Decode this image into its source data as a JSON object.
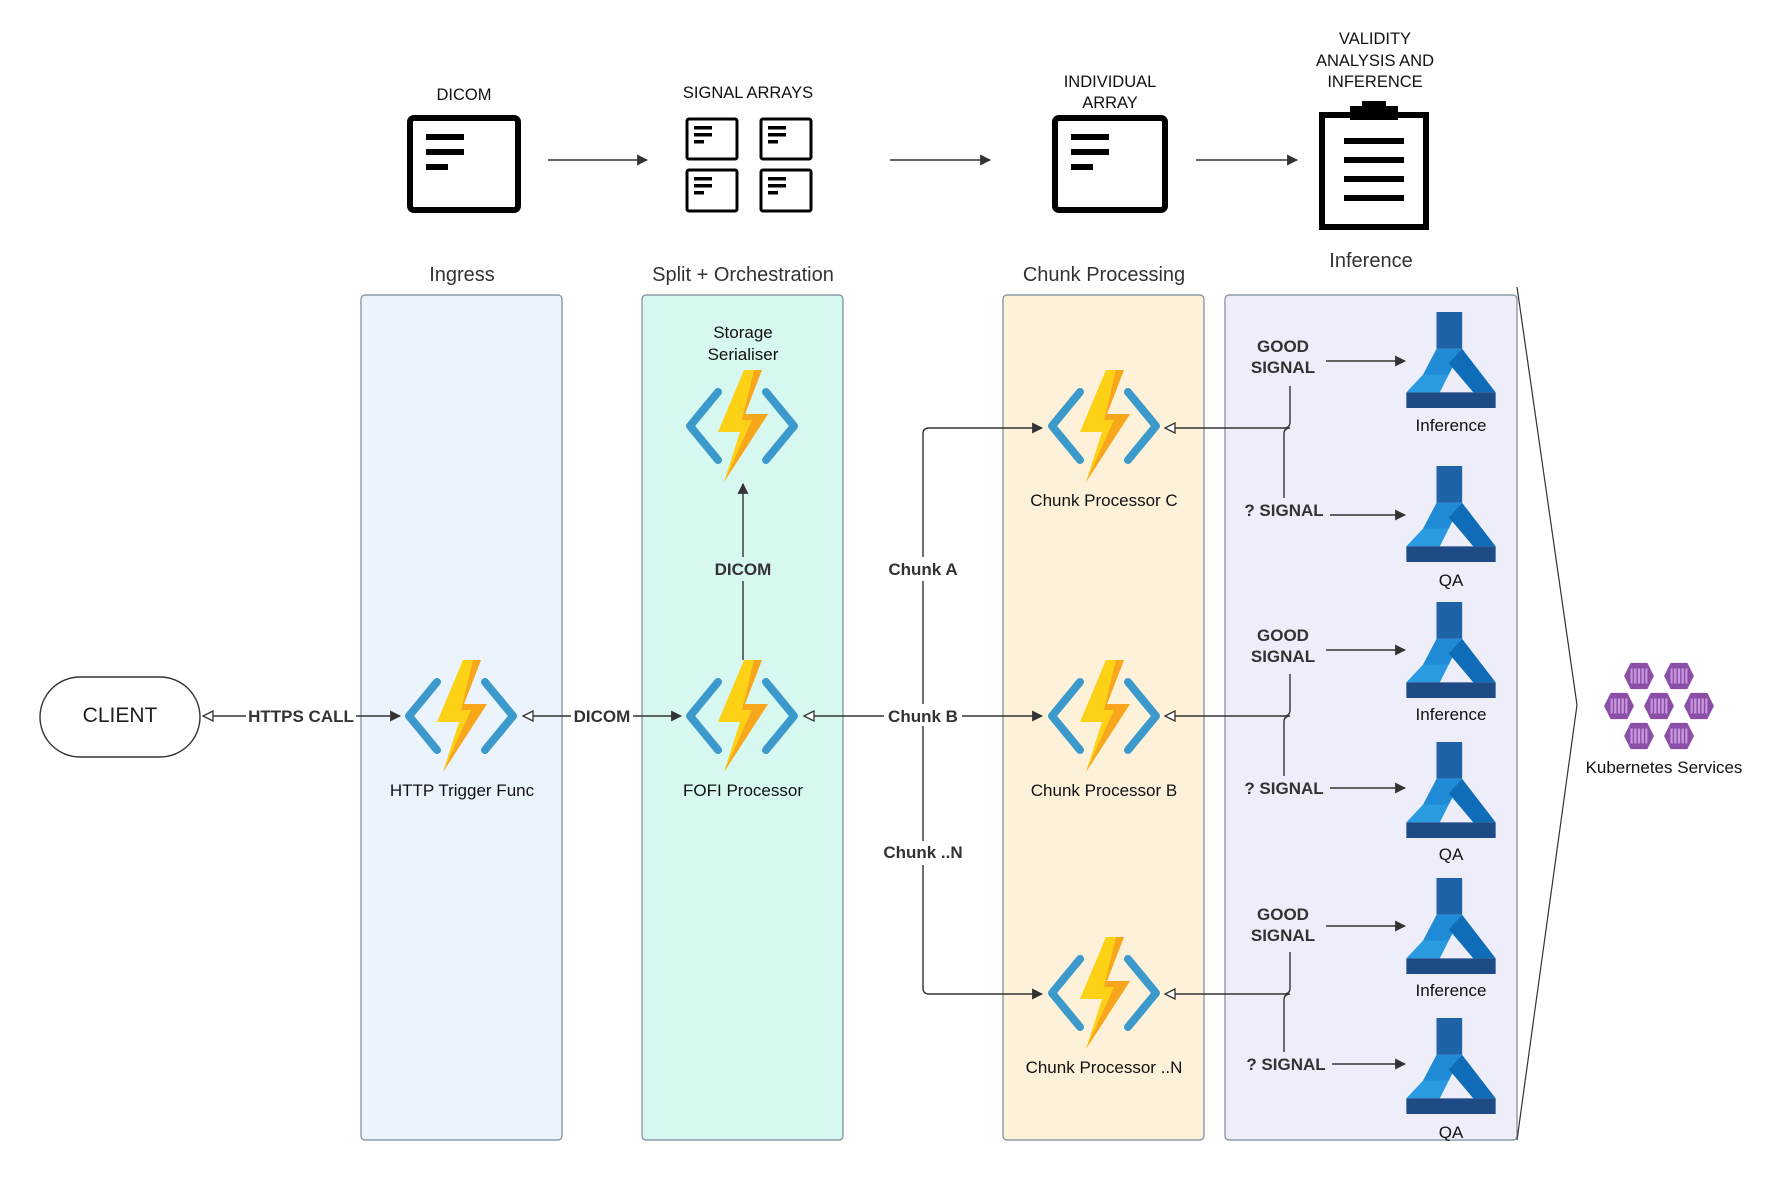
{
  "top_flow": {
    "dicom": "DICOM",
    "signal_arrays": "SIGNAL ARRAYS",
    "individual_array": [
      "INDIVIDUAL",
      "ARRAY"
    ],
    "validity": [
      "VALIDITY",
      "ANALYSIS AND",
      "INFERENCE"
    ]
  },
  "lanes": {
    "ingress": "Ingress",
    "split": "Split + Orchestration",
    "chunk": "Chunk Processing",
    "inference": "Inference"
  },
  "nodes": {
    "client": "CLIENT",
    "http_trigger": "HTTP Trigger Func",
    "storage_serialiser": [
      "Storage",
      "Serialiser"
    ],
    "fofi": "FOFI Processor",
    "chunk_c": "Chunk Processor C",
    "chunk_b": "Chunk Processor B",
    "chunk_n": "Chunk Processor ..N",
    "kubernetes": "Kubernetes Services"
  },
  "edges": {
    "https_call": "HTTPS CALL",
    "dicom_1": "DICOM",
    "dicom_up": "DICOM",
    "chunk_a": "Chunk A",
    "chunk_b": "Chunk B",
    "chunk_n": "Chunk ..N"
  },
  "signals": {
    "good": [
      "GOOD",
      "SIGNAL"
    ],
    "question": "? SIGNAL"
  },
  "ml_labels": {
    "inference": "Inference",
    "qa": "QA"
  },
  "colors": {
    "ingress_fill": "#ebf4fd",
    "split_fill": "#d7f7f1",
    "chunk_fill": "#fdf2d9",
    "inference_fill": "#eeeefa",
    "lane_stroke": "#7a8a99",
    "bolt_yellow": "#fcd116",
    "bolt_orange": "#f8a61c",
    "bracket_blue": "#3b99cc",
    "ml_light": "#1f8bd6",
    "ml_dark": "#1e4b86",
    "k8s_purple": "#8c4fa8"
  }
}
